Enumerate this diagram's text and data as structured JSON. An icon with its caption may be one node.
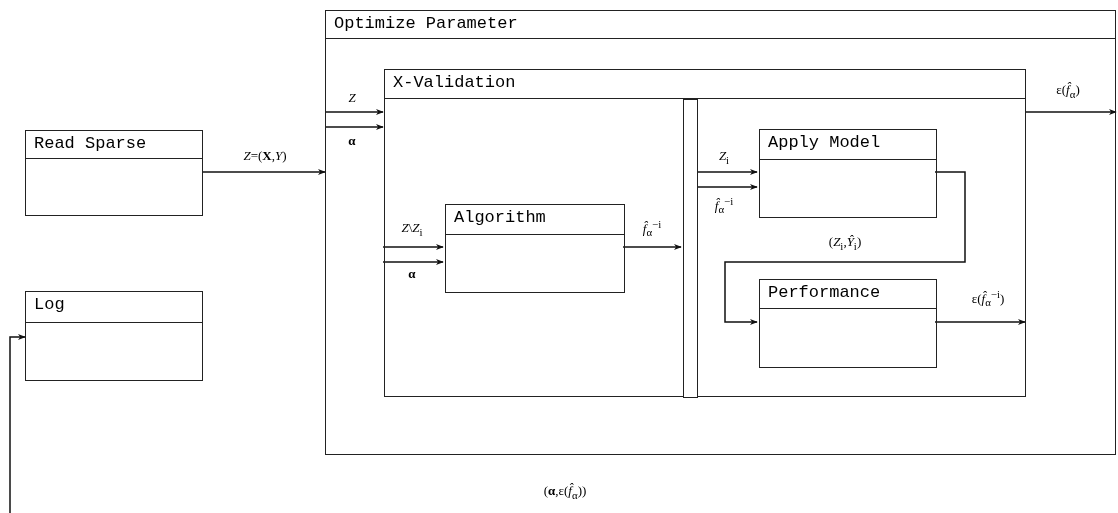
{
  "diagram": {
    "nodes": [
      {
        "text": [
          "Optimize Parameter"
        ]
      },
      {
        "text": [
          "X-Validation"
        ],
        "in": 0
      },
      {
        "text": [
          "Algorithm"
        ],
        "in": 1
      },
      {
        "text": [],
        "shape": "bar",
        "in": 1
      },
      {
        "text": [
          "Apply Model"
        ],
        "in": 1
      },
      {
        "text": [
          "Performance"
        ],
        "in": 1
      },
      {
        "text": [
          "Read Sparse"
        ]
      },
      {
        "text": [
          "Log"
        ]
      }
    ],
    "edges": [
      {
        "from": 6,
        "to": 0,
        "arrow": "to",
        "label": "*Z*=(**X**,*Y*)"
      },
      {
        "from": 0,
        "to": 1,
        "arrow": "to",
        "label": "*Z*"
      },
      {
        "from": 0,
        "to": 1,
        "arrow": "to",
        "label": "**α**"
      },
      {
        "from": 1,
        "to": 2,
        "arrow": "to",
        "label": "*Z*\\*Z*$_{i}$"
      },
      {
        "from": 1,
        "to": 2,
        "arrow": "to",
        "label": "**α**"
      },
      {
        "from": 2,
        "to": 3,
        "arrow": "to",
        "label": "*f̂*$_{α}$$^{−i}$"
      },
      {
        "from": 3,
        "to": 4,
        "arrow": "to",
        "label": "*Z*$_{i}$"
      },
      {
        "from": 3,
        "to": 4,
        "arrow": "to",
        "label": "*f̂*$_{α}$$^{−i}$"
      },
      {
        "from": 4,
        "to": 5,
        "arrow": "to",
        "label": "(*Z*$_{i}$,*Ŷ*$_{i}$)"
      },
      {
        "from": 5,
        "to": 1,
        "arrow": "to",
        "label": "ε(*f̂*$_{α}$$^{−i}$)"
      },
      {
        "from": 1,
        "to": 0,
        "arrow": "to",
        "label": "ε(*f̂*$_{α}$)"
      },
      {
        "from": null,
        "to": 7,
        "arrow": "to"
      }
    ],
    "labels": [
      "(**α**,ε(*f̂*$_{α}$))"
    ]
  }
}
